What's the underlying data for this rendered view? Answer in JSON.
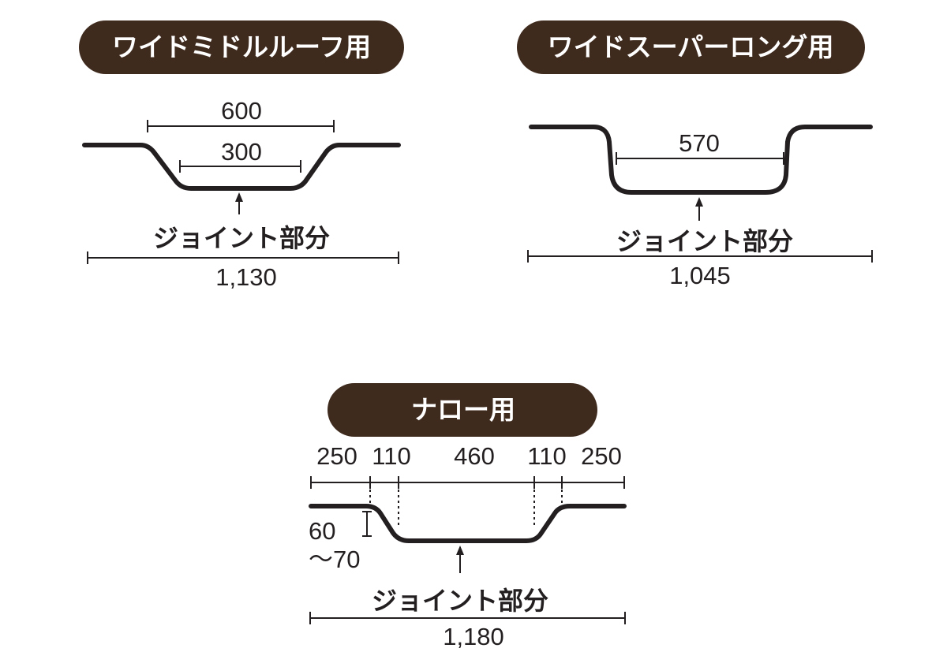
{
  "panels": {
    "mid_roof": {
      "title": "ワイドミドルルーフ用",
      "outer_dim": "600",
      "inner_dim": "300",
      "joint_label": "ジョイント部分",
      "total_width": "1,130"
    },
    "super_long": {
      "title": "ワイドスーパーロング用",
      "inner_dim": "570",
      "joint_label": "ジョイント部分",
      "total_width": "1,045"
    },
    "narrow": {
      "title": "ナロー用",
      "segments": [
        "250",
        "110",
        "460",
        "110",
        "250"
      ],
      "depth_line1": "60",
      "depth_line2": "〜70",
      "joint_label": "ジョイント部分",
      "total_width": "1,180"
    }
  }
}
